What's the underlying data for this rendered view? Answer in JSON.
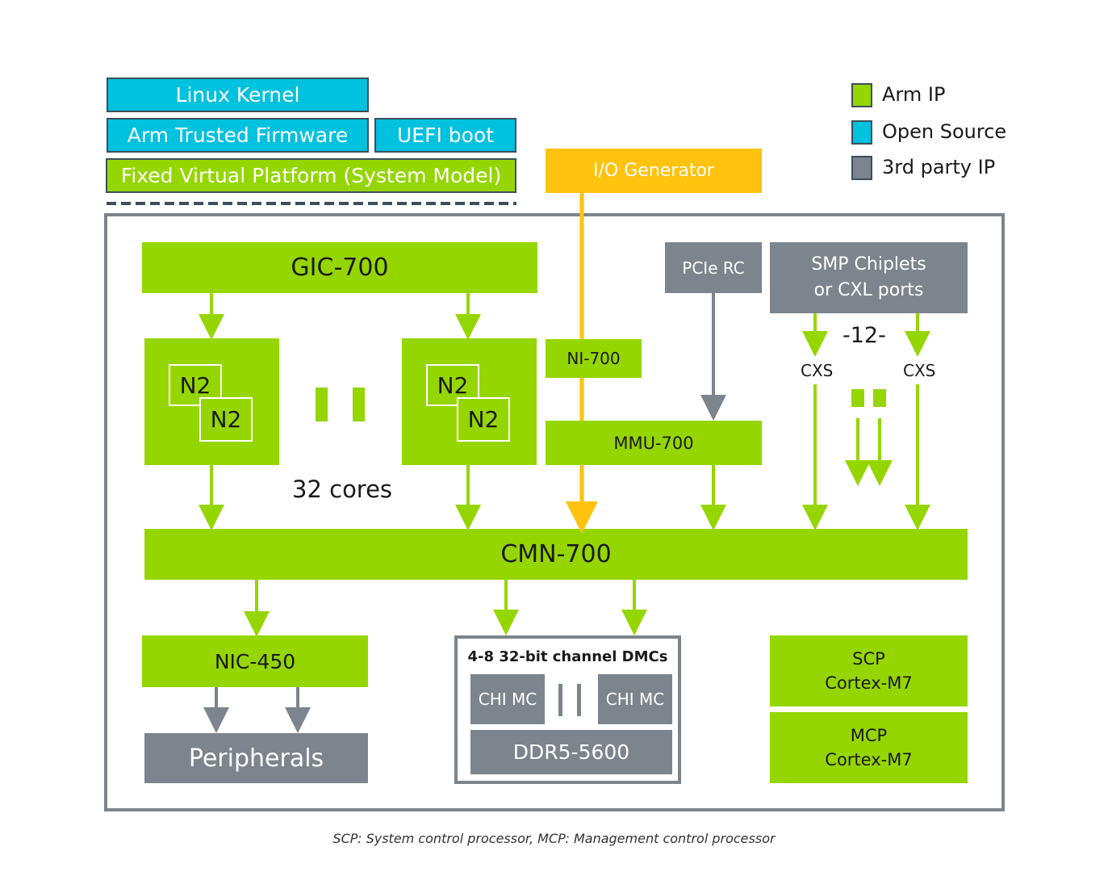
{
  "software_stack": {
    "linux_kernel": "Linux  Kernel",
    "arm_trusted_firmware": "Arm Trusted Firmware",
    "uefi_boot": "UEFI boot",
    "fvp": "Fixed Virtual Platform (System Model)"
  },
  "legend": [
    {
      "label": "Arm IP",
      "color": "#95d600"
    },
    {
      "label": "Open Source",
      "color": "#00c1de"
    },
    {
      "label": "3rd party IP",
      "color": "#7c858d"
    }
  ],
  "blocks": {
    "io_generator": "I/O Generator",
    "gic": "GIC-700",
    "pcie_rc": "PCIe RC",
    "smp_chiplets_line1": "SMP Chiplets",
    "smp_chiplets_line2": "or CXL ports",
    "ni": "NI-700",
    "mmu": "MMU-700",
    "n2": "N2",
    "cores": "32 cores",
    "chiplet_count": "-12-",
    "cxs": "CXS",
    "cmn": "CMN-700",
    "nic": "NIC-450",
    "peripherals": "Peripherals",
    "dmc_title": "4-8 32-bit channel DMCs",
    "chi_mc": "CHI MC",
    "ddr": "DDR5-5600",
    "scp_line1": "SCP",
    "scp_line2": "Cortex-M7",
    "mcp_line1": "MCP",
    "mcp_line2": "Cortex-M7"
  },
  "footnote": "SCP: System control processor, MCP: Management control processor",
  "colors": {
    "arm_green": "#95d600",
    "open_source_teal": "#00c1de",
    "third_party_grey": "#7c858d",
    "io_orange": "#ffc20e",
    "frame_grey": "#7c858d"
  }
}
